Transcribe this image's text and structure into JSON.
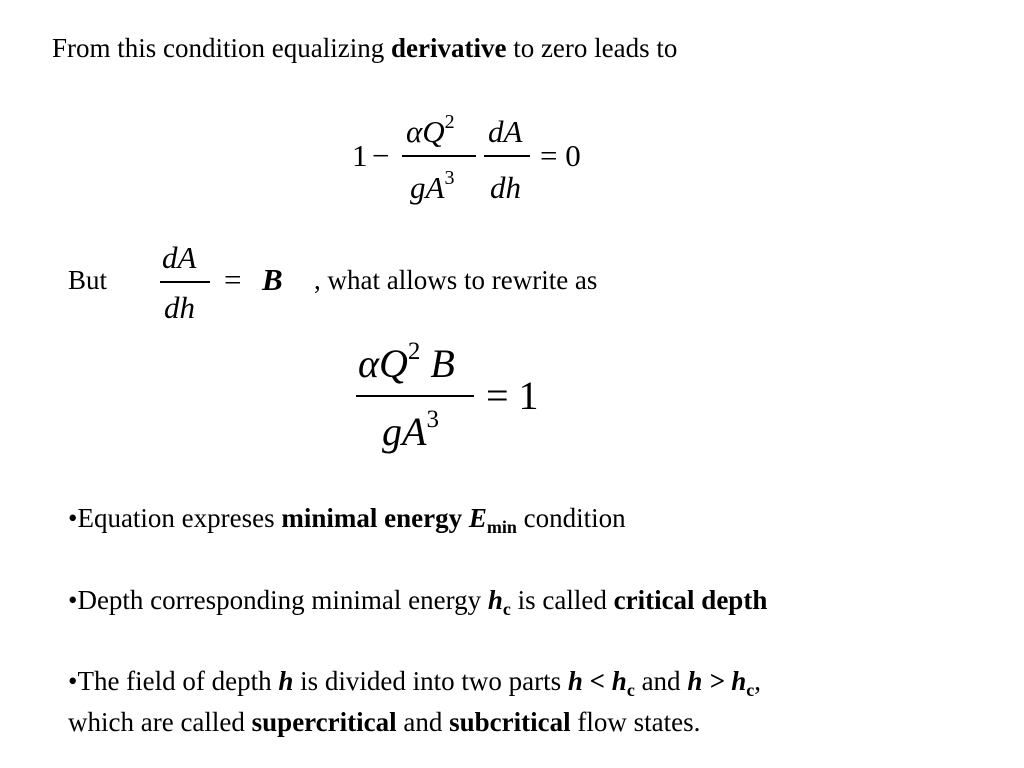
{
  "intro": {
    "before": "From this condition equalizing ",
    "bold": "derivative",
    "after": "  to zero leads to"
  },
  "eq1": {
    "one": "1",
    "minus": "−",
    "num1_alpha": "α",
    "num1_Q": "Q",
    "num1_exp": "2",
    "den1_g": "g",
    "den1_A": "A",
    "den1_exp": "3",
    "num2": "dA",
    "den2": "dh",
    "equals_zero": "= 0"
  },
  "but_line": {
    "but": "But",
    "frac_num": "dA",
    "frac_den": "dh",
    "equals": "=",
    "B": "B",
    "after": ", what allows to rewrite  as"
  },
  "eq2": {
    "alpha": "α",
    "Q": "Q",
    "Q_exp": "2",
    "B": "B",
    "den_g": "g",
    "den_A": "A",
    "den_exp": "3",
    "equals_one": "= 1"
  },
  "bullet1": {
    "prefix": "•Equation  expreses ",
    "bold": "minimal energy ",
    "E": "E",
    "E_sub": "min",
    "after": " condition"
  },
  "bullet2": {
    "prefix": "•Depth corresponding minimal energy ",
    "h": "h",
    "h_sub": "c",
    "mid": " is called ",
    "bold": "critical depth"
  },
  "bullet3": {
    "prefix": "•The field of depth ",
    "h": "h",
    "mid1": " is divided into two parts ",
    "cond1": "h < h",
    "cond1_sub": "c",
    "and": " and ",
    "cond2": "h > h",
    "cond2_sub": "c",
    "comma": ",",
    "line2_prefix": "which are called ",
    "super": "supercritical",
    "and2": " and ",
    "sub": "subcritical",
    "end": " flow states."
  }
}
